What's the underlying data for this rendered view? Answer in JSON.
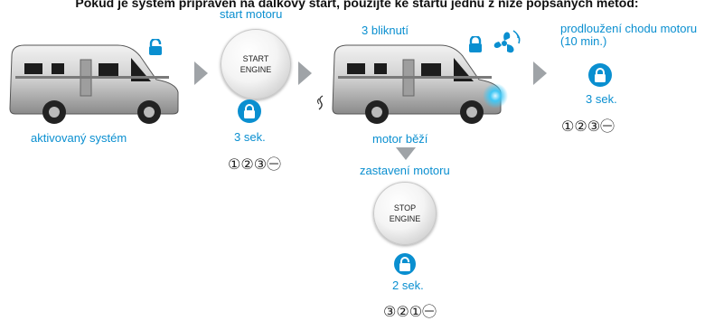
{
  "heading": "Pokud je systém připraven na dálkový start, použijte ke startu jednu z níže popsaných metod:",
  "step1": {
    "label": "aktivovaný systém"
  },
  "step2": {
    "title": "start motoru",
    "button_line1": "START",
    "button_line2": "ENGINE",
    "duration": "3 sek.",
    "sequence": "①②③㊀"
  },
  "step3": {
    "title": "3 bliknutí",
    "status": "motor běží"
  },
  "step4": {
    "title_line1": "prodloužení chodu motoru",
    "title_line2": "(10 min.)",
    "duration": "3 sek.",
    "sequence": "①②③㊀"
  },
  "stop": {
    "title": "zastavení motoru",
    "button_line1": "STOP",
    "button_line2": "ENGINE",
    "duration": "2 sek.",
    "sequence": "③②①㊀"
  },
  "colors": {
    "accent": "#0a8fd0",
    "arrow": "#9fa3a7"
  }
}
